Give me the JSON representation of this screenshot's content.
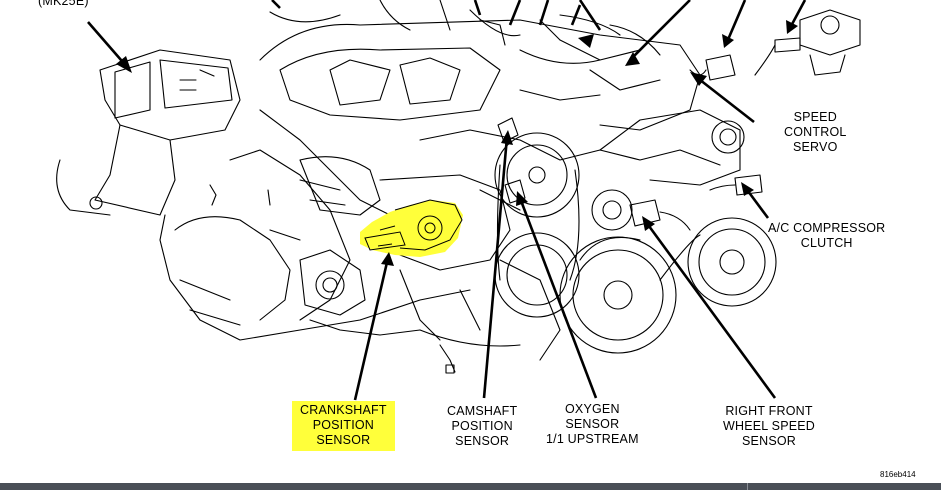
{
  "labels": {
    "top_left_fragment": "(MK25E)",
    "speed_control": [
      "SPEED",
      "CONTROL",
      "SERVO"
    ],
    "ac_clutch": [
      "A/C COMPRESSOR",
      "CLUTCH"
    ],
    "crankshaft": [
      "CRANKSHAFT",
      "POSITION",
      "SENSOR"
    ],
    "camshaft": [
      "CAMSHAFT",
      "POSITION",
      "SENSOR"
    ],
    "oxygen": [
      "OXYGEN",
      "SENSOR",
      "1/1 UPSTREAM"
    ],
    "wheel_speed": [
      "RIGHT FRONT",
      "WHEEL SPEED",
      "SENSOR"
    ],
    "figure_code": "816eb414"
  },
  "colors": {
    "highlight": "#ffff3a",
    "ink": "#000000",
    "bottom_bar": "#4a4f57"
  }
}
